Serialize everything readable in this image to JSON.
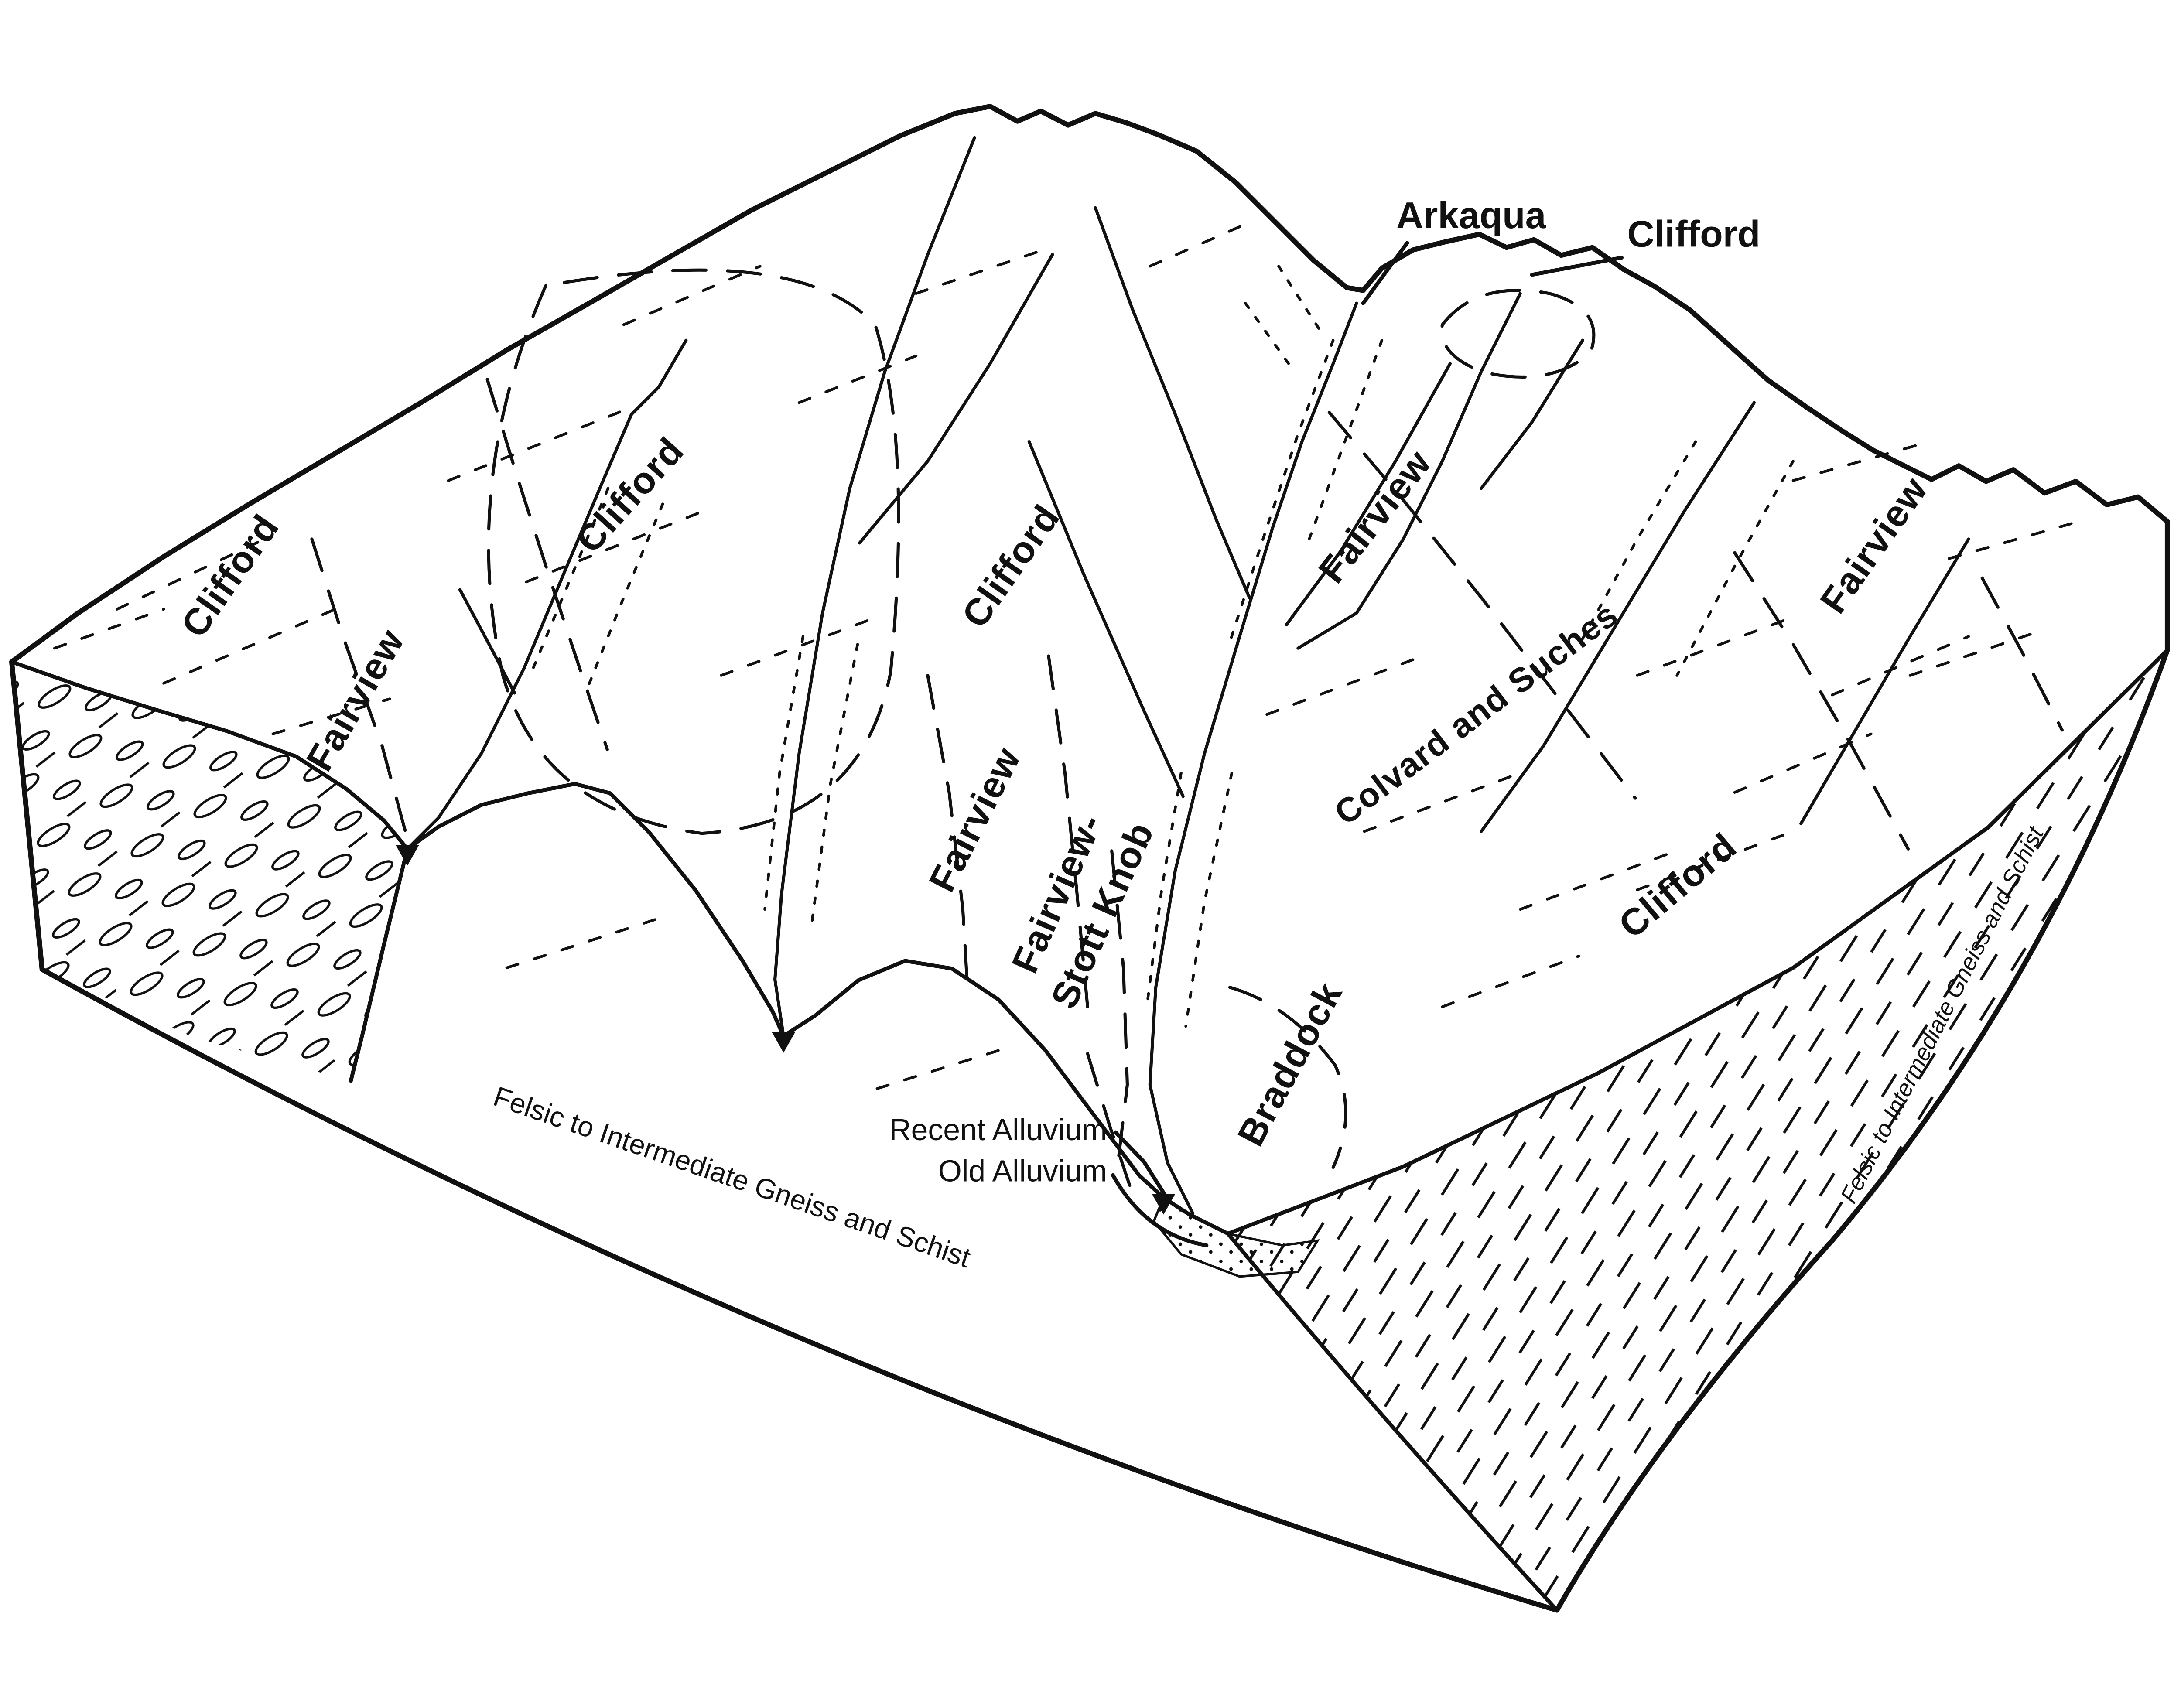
{
  "diagram": {
    "kind": "geologic-soil-block-diagram",
    "colors": {
      "ink": "#111111",
      "background": "#ffffff"
    },
    "labels": {
      "arkaqua": "Arkaqua",
      "clifford_top": "Clifford",
      "clifford_far_left": "Clifford",
      "fairview_left": "Fairview",
      "clifford_hill": "Clifford",
      "clifford_center": "Clifford",
      "fairview_center": "Fairview",
      "fairview_stott_line1": "Fairview-",
      "fairview_stott_line2": "Stott Knob",
      "fairview_upper_right": "Fairview",
      "colvard_suches": "Colvard and Suches",
      "fairview_far_right": "Fairview",
      "clifford_right": "Clifford",
      "braddock": "Braddock",
      "recent_alluvium": "Recent Alluvium",
      "old_alluvium": "Old Alluvium",
      "felsic_front": "Felsic to Intermediate Gneiss and Schist",
      "felsic_side": "Felsic to Intermediate Gneiss and Schist"
    }
  }
}
